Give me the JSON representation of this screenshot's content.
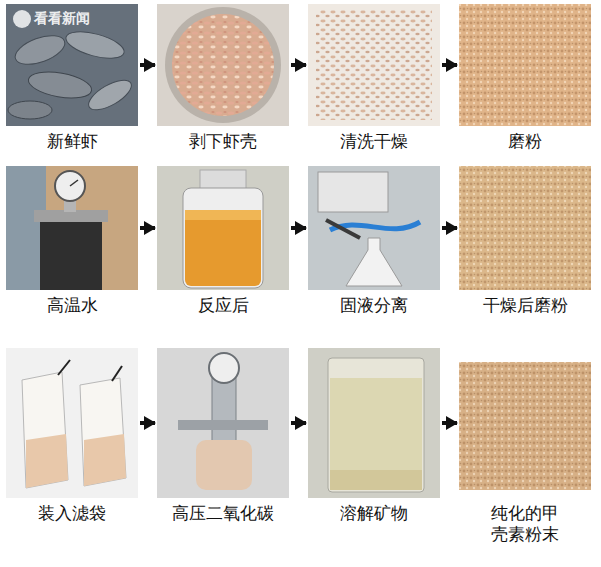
{
  "diagram": {
    "nodes": [
      {
        "text": [
          "新鲜虾"
        ]
      },
      {
        "text": [
          "剥下虾壳"
        ]
      },
      {
        "text": [
          "清洗干燥"
        ]
      },
      {
        "text": [
          "磨粉"
        ]
      },
      {
        "text": [
          "高温水"
        ]
      },
      {
        "text": [
          "反应后"
        ]
      },
      {
        "text": [
          "固液分离"
        ]
      },
      {
        "text": [
          "干燥后磨粉"
        ]
      },
      {
        "text": [
          "装入滤袋"
        ]
      },
      {
        "text": [
          "高压二氧化碳"
        ]
      },
      {
        "text": [
          "溶解矿物"
        ]
      },
      {
        "text": [
          "纯化的甲壳素粉末"
        ]
      }
    ],
    "edges": [
      {
        "from": 0,
        "to": 1,
        "arrow": "to"
      },
      {
        "from": 1,
        "to": 2,
        "arrow": "to"
      },
      {
        "from": 2,
        "to": 3,
        "arrow": "to"
      },
      {
        "from": 4,
        "to": 5,
        "arrow": "to"
      },
      {
        "from": 5,
        "to": 6,
        "arrow": "to"
      },
      {
        "from": 6,
        "to": 7,
        "arrow": "to"
      },
      {
        "from": 8,
        "to": 9,
        "arrow": "to"
      },
      {
        "from": 9,
        "to": 10,
        "arrow": "to"
      },
      {
        "from": 10,
        "to": 11,
        "arrow": "to"
      }
    ],
    "labels": [
      "看看新闻"
    ]
  }
}
